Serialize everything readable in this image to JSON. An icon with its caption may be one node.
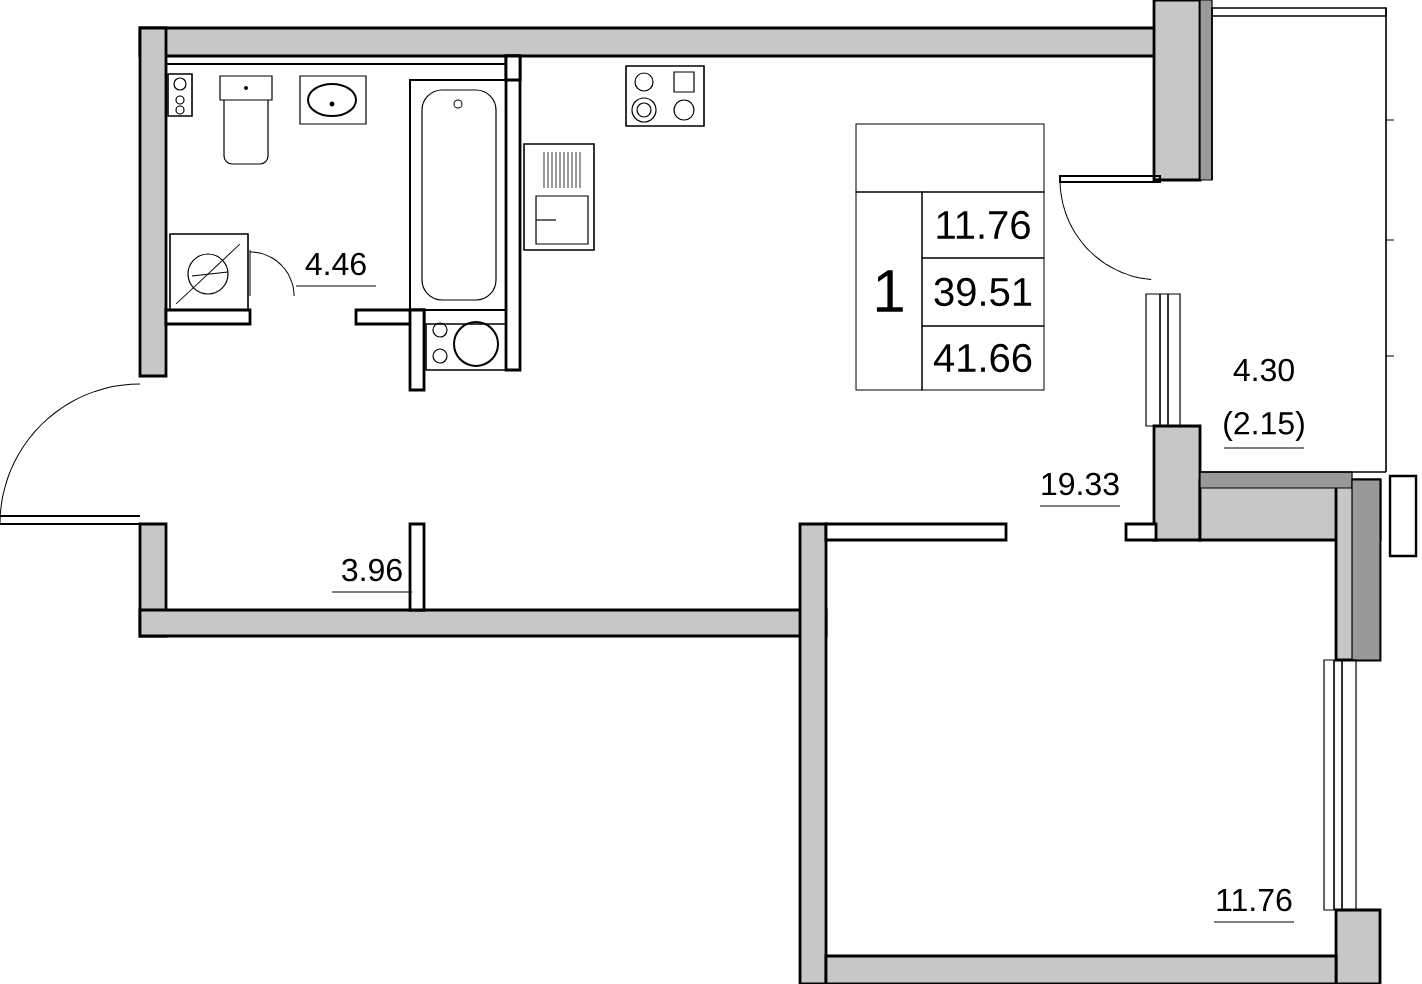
{
  "diagram": {
    "labels": [
      "11.76",
      "1",
      "39.51",
      "41.66",
      "4.46",
      "4.30",
      "(2.15)",
      "19.33",
      "3.96",
      "11.76"
    ]
  }
}
